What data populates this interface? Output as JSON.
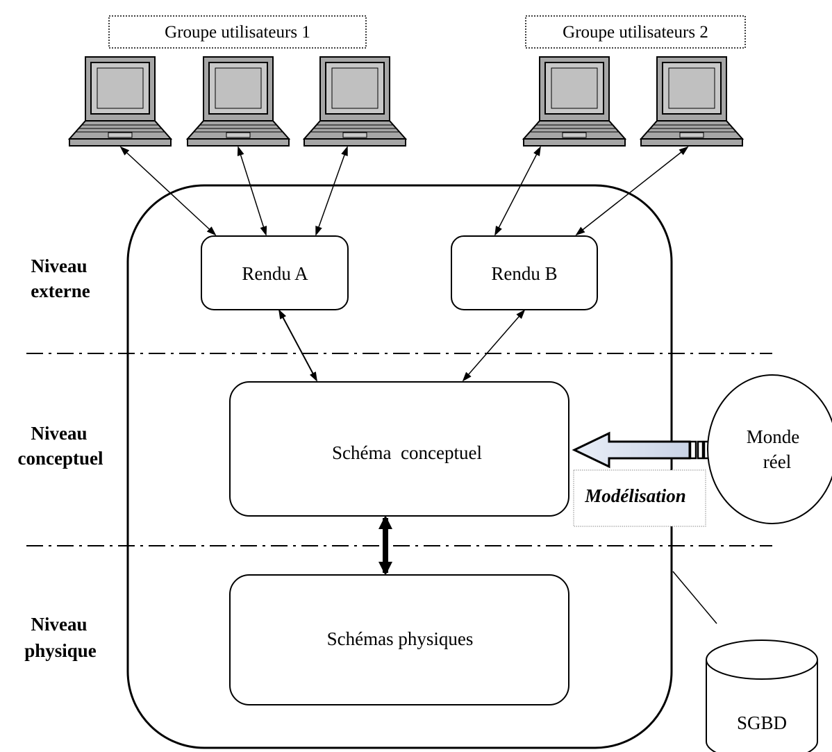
{
  "groups": {
    "group_1": "Groupe utilisateurs 1",
    "group_2": "Groupe utilisateurs 2"
  },
  "levels": {
    "external": [
      "Niveau",
      "externe"
    ],
    "conceptual": [
      "Niveau",
      "conceptuel"
    ],
    "physical": [
      "Niveau",
      "physique"
    ]
  },
  "boxes": {
    "rendu_a": "Rendu A",
    "rendu_b": "Rendu B",
    "conceptual_schema": "Schéma  conceptuel",
    "physical_schemas": "Schémas physiques"
  },
  "real_world": [
    "Monde",
    "réel"
  ],
  "modeling_label": "Modélisation",
  "dbms_label": "SGBD",
  "colors": {
    "stroke": "#000000",
    "laptop_screen": "#c0c0c0",
    "laptop_body": "#a6a6a6",
    "arrow_fill": "#dfe6f2"
  },
  "icons": {
    "computer": "laptop-icon",
    "dbms": "database-cylinder-icon",
    "modeling_arrow": "block-arrow-left-icon"
  }
}
